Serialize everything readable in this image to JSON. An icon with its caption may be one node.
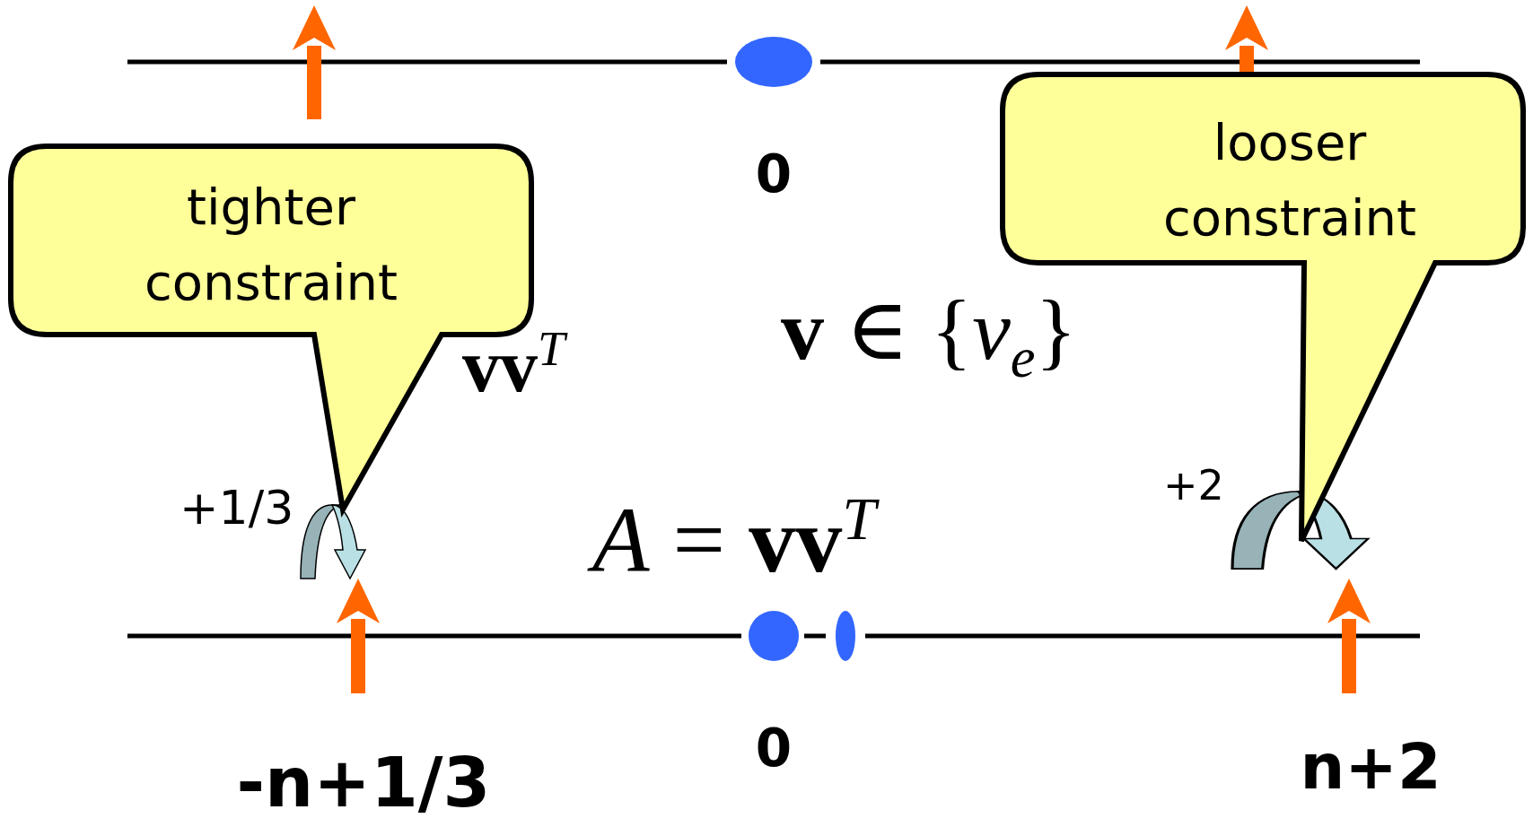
{
  "diagram": {
    "nodes": [
      {
        "text": [
          "tighter constraint"
        ]
      },
      {
        "text": [
          "looser constraint"
        ]
      }
    ],
    "labels": [
      "0",
      "**vv**$^{T}$",
      "**v** ∈ {*v*$_{e}$}",
      "+2",
      "+1/3",
      "*A* = **vv**$^{T}$",
      "0",
      "-n+1/3",
      "n+2"
    ]
  }
}
